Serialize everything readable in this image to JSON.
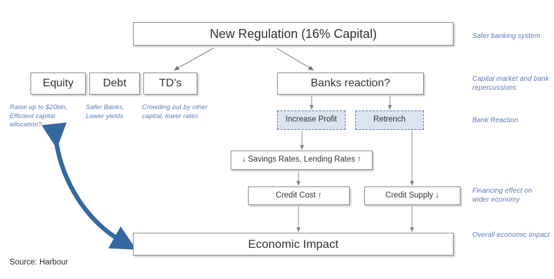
{
  "diagram": {
    "title_box": {
      "label": "New Regulation (16% Capital)"
    },
    "capital_boxes": [
      {
        "label": "Equity",
        "note": "Raise up to $20bln, Efficient capital allocation?"
      },
      {
        "label": "Debt",
        "note": "Safer Banks, Lower yields"
      },
      {
        "label": "TD’s",
        "note": "Crowding out by other capital, lower rates"
      }
    ],
    "banks_reaction": {
      "label": "Banks reaction?"
    },
    "reactions": [
      {
        "label": "Increase Profit"
      },
      {
        "label": "Retrench"
      }
    ],
    "rates_box": {
      "label": "↓ Savings Rates, Lending Rates ↑"
    },
    "credit_boxes": [
      {
        "label": "Credit Cost  ↑"
      },
      {
        "label": "Credit Supply ↓"
      }
    ],
    "impact_box": {
      "label": "Economic Impact"
    },
    "right_notes": [
      {
        "label": "Safer banking system"
      },
      {
        "label": "Capital market and bank repercussions"
      },
      {
        "label": "Bank Reaction"
      },
      {
        "label": "Financing effect on wider economy"
      },
      {
        "label": "Overall economic impact"
      }
    ],
    "source": "Source: Harbour",
    "colors": {
      "box_border": "#8a8a8a",
      "dashed_border": "#5a74a8",
      "dashed_fill": "#dbe5f1",
      "note_text": "#5b79b5",
      "connector": "#808080",
      "feedback_arrow": "#35689e"
    }
  }
}
